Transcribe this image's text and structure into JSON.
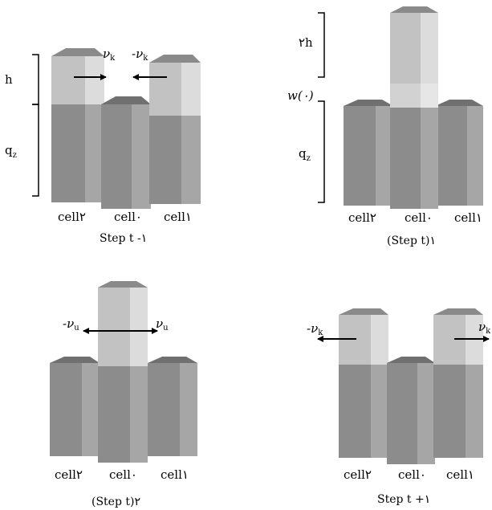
{
  "panels": [
    {
      "caption": "Step t -١",
      "cells": [
        "cell٢",
        "cell٠",
        "cell١"
      ],
      "labels": {
        "h": "h",
        "qz": "q",
        "qz_sub": "z"
      },
      "arrows": {
        "vel_left": "ν",
        "vel_left_sub": "k",
        "vel_right": "-ν",
        "vel_right_sub": "k"
      }
    },
    {
      "caption": "(Step t)١",
      "cells": [
        "cell٢",
        "cell٠",
        "cell١"
      ],
      "labels": {
        "two_h": "٢h",
        "w0": "w(٠)",
        "qz": "q",
        "qz_sub": "z"
      }
    },
    {
      "caption": "(Step t)٢",
      "cells": [
        "cell٢",
        "cell٠",
        "cell١"
      ],
      "arrows": {
        "vel_left": "-ν",
        "vel_left_sub": "u",
        "vel_right": "ν",
        "vel_right_sub": "u"
      }
    },
    {
      "caption": "Step t +١",
      "cells": [
        "cell٢",
        "cell٠",
        "cell١"
      ],
      "arrows": {
        "vel_left": "-ν",
        "vel_left_sub": "k",
        "vel_right": "ν",
        "vel_right_sub": "k"
      }
    }
  ],
  "colors": {
    "prism_front": "#8c8c8c",
    "prism_side": "#a6a6a6",
    "prism_top": "#707070",
    "water_front": "#c2c2c2",
    "water_side": "#dcdcdc",
    "water_top": "#8a8a8a"
  }
}
